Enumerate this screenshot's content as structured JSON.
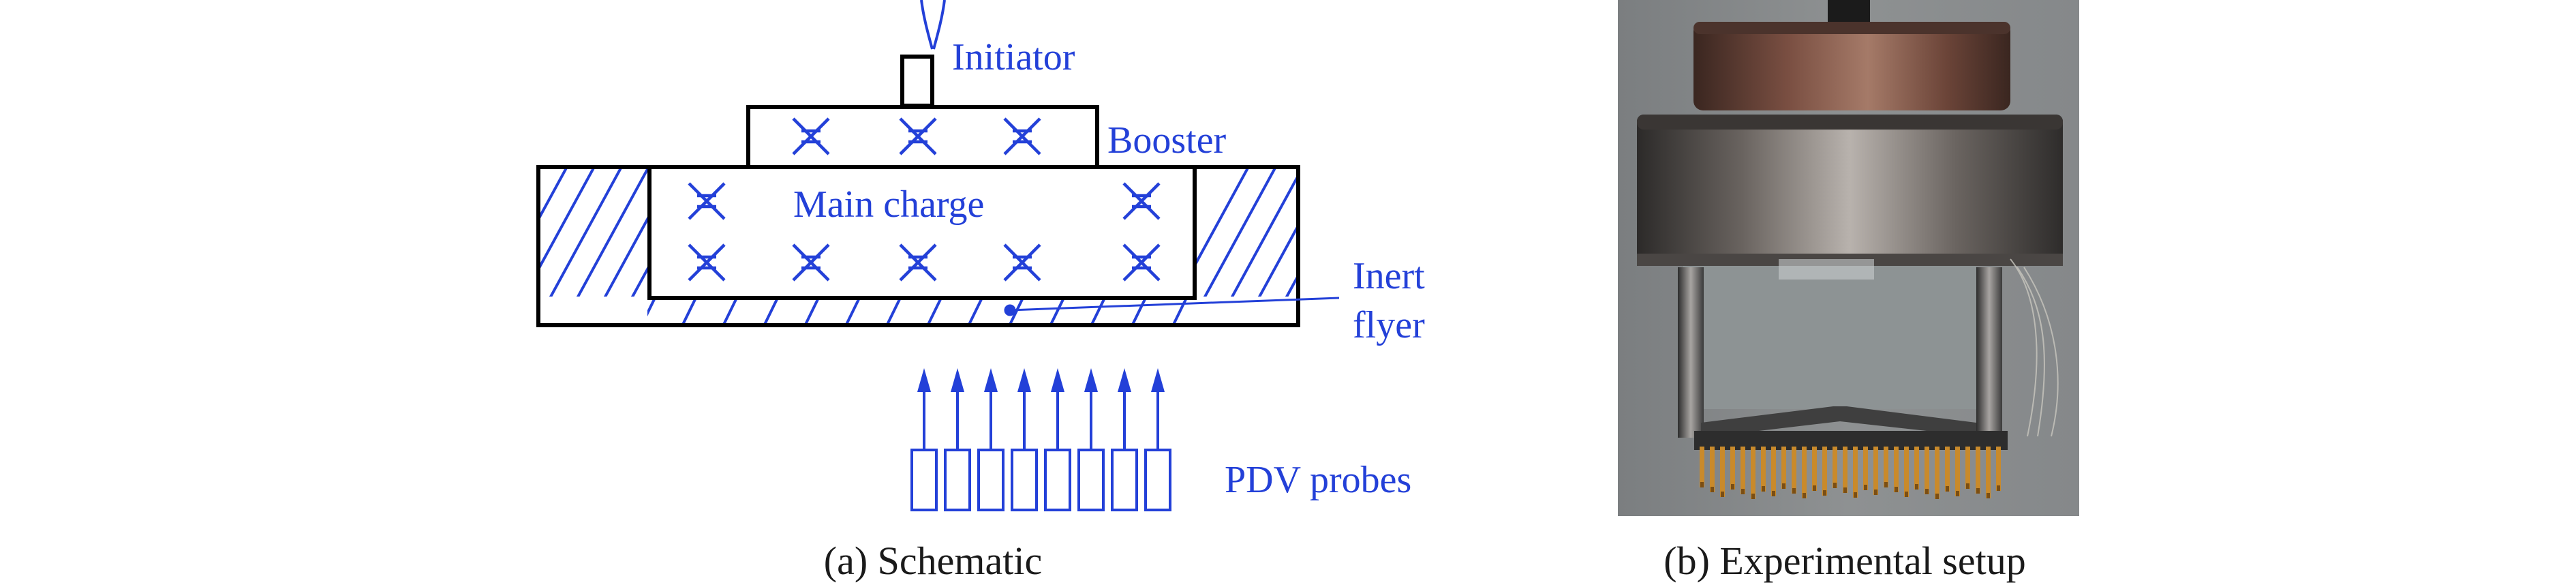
{
  "schematic": {
    "labels": {
      "initiator": "Initiator",
      "booster": "Booster",
      "main_charge": "Main charge",
      "inert_line1": "Inert",
      "inert_line2": "flyer",
      "pdv_probes": "PDV probes"
    },
    "caption": "(a) Schematic",
    "colors": {
      "outline": "#000000",
      "annotation": "#2340d8"
    }
  },
  "photo": {
    "caption": "(b) Experimental setup",
    "description_icon": "experimental-setup-photo"
  }
}
